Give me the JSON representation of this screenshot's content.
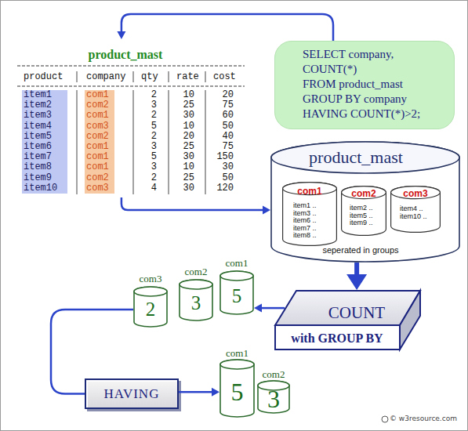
{
  "diagram": {
    "nodes": [
      {
        "text": [
          "SELECT company, COUNT(*) FROM product_mast GROUP BY company HAVING COUNT(*)>2;"
        ]
      },
      {
        "text": [
          "product_mast"
        ]
      },
      {
        "text": [
          "product_mast",
          "seperated in groups"
        ]
      },
      {
        "text": [
          "com1",
          "item1 .. item3 .. item6 .. item7 .. item8 .."
        ],
        "in": 2
      },
      {
        "text": [
          "com2",
          "item2 .. item5 .. item9 .."
        ],
        "in": 2
      },
      {
        "text": [
          "com3",
          "item4 .. item10 .."
        ],
        "in": 2
      },
      {
        "text": [
          "COUNT",
          "with GROUP BY"
        ]
      },
      {
        "text": [
          "com3",
          "2"
        ]
      },
      {
        "text": [
          "com2",
          "3"
        ]
      },
      {
        "text": [
          "com1",
          "5"
        ]
      },
      {
        "text": [
          "HAVING"
        ]
      },
      {
        "text": [
          "com1",
          "5"
        ]
      },
      {
        "text": [
          "com2",
          "3"
        ]
      }
    ],
    "edges": [
      {
        "from": 0,
        "to": 1,
        "arrow": "to"
      },
      {
        "from": 1,
        "to": 2,
        "arrow": "to"
      },
      {
        "from": 2,
        "to": 6,
        "arrow": "to"
      },
      {
        "from": 6,
        "to": 9,
        "arrow": "to"
      },
      {
        "from": 7,
        "to": 10,
        "arrow": "none"
      },
      {
        "from": 10,
        "to": 11,
        "arrow": "to"
      }
    ],
    "labels": [
      "product",
      "company",
      "qty",
      "rate",
      "cost",
      "item1",
      "com1",
      "2",
      "10",
      "20",
      "item2",
      "com2",
      "3",
      "25",
      "75",
      "item3",
      "com1",
      "2",
      "30",
      "60",
      "item4",
      "com3",
      "5",
      "10",
      "50",
      "item5",
      "com2",
      "2",
      "20",
      "40",
      "item6",
      "com1",
      "3",
      "25",
      "75",
      "item7",
      "com1",
      "5",
      "30",
      "150",
      "item8",
      "com1",
      "3",
      "10",
      "30",
      "item9",
      "com2",
      "2",
      "25",
      "50",
      "item10",
      "com3",
      "4",
      "30",
      "120",
      "© w3resource.com"
    ]
  }
}
